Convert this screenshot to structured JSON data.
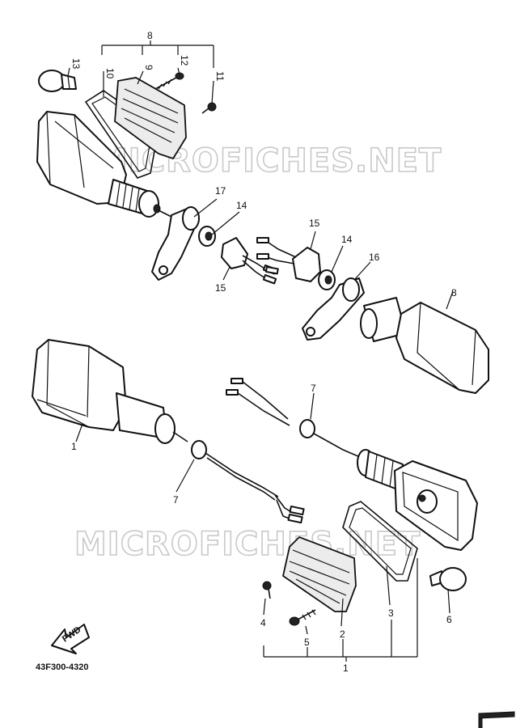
{
  "diagram": {
    "code": "43F300-4320",
    "fwd_label": "FWD",
    "watermark": "MICROFICHES.NET",
    "callouts": [
      {
        "id": "c8-top",
        "text": "8"
      },
      {
        "id": "c10",
        "text": "10"
      },
      {
        "id": "c9",
        "text": "9"
      },
      {
        "id": "c12",
        "text": "12"
      },
      {
        "id": "c11",
        "text": "11"
      },
      {
        "id": "c13",
        "text": "13"
      },
      {
        "id": "c17",
        "text": "17"
      },
      {
        "id": "c14a",
        "text": "14"
      },
      {
        "id": "c15a",
        "text": "15"
      },
      {
        "id": "c15b",
        "text": "15"
      },
      {
        "id": "c14b",
        "text": "14"
      },
      {
        "id": "c16",
        "text": "16"
      },
      {
        "id": "c8-right",
        "text": "8"
      },
      {
        "id": "c1-left",
        "text": "1"
      },
      {
        "id": "c7a",
        "text": "7"
      },
      {
        "id": "c7b",
        "text": "7"
      },
      {
        "id": "c4",
        "text": "4"
      },
      {
        "id": "c5",
        "text": "5"
      },
      {
        "id": "c2",
        "text": "2"
      },
      {
        "id": "c3",
        "text": "3"
      },
      {
        "id": "c6",
        "text": "6"
      },
      {
        "id": "c1-bottom",
        "text": "1"
      }
    ]
  }
}
